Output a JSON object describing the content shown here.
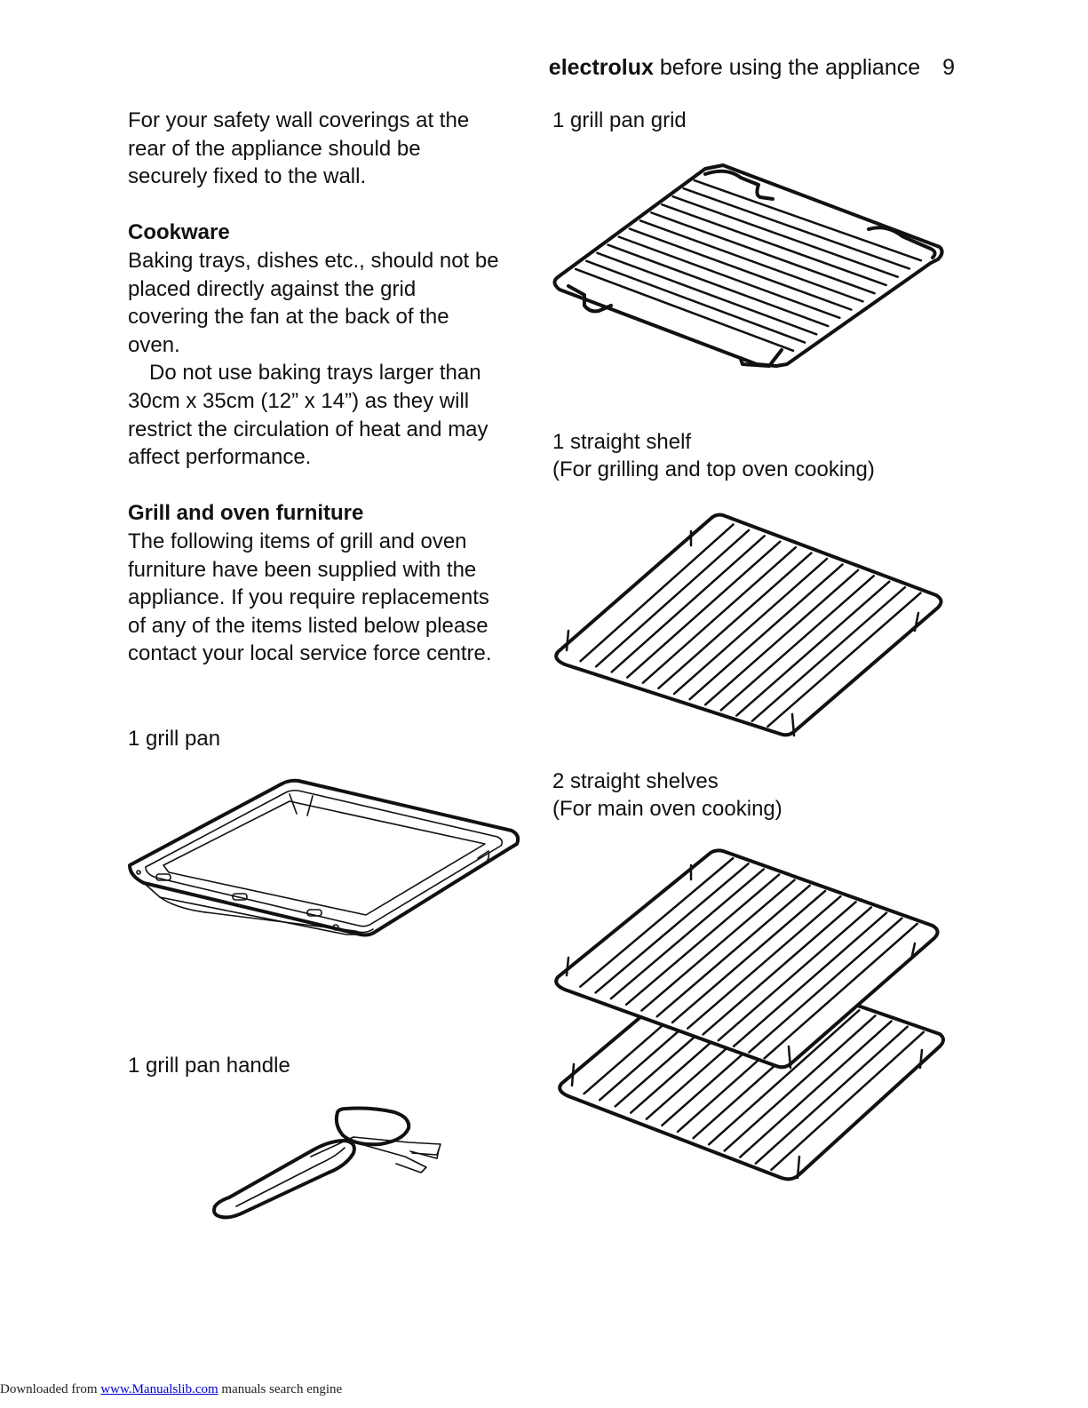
{
  "header": {
    "brand": "electrolux",
    "section": "before using the appliance",
    "page_number": "9"
  },
  "left_column": {
    "intro": [
      "For your safety wall coverings at the",
      "rear of the appliance should be",
      "securely fixed to the wall."
    ],
    "cookware": {
      "heading": "Cookware",
      "para1": [
        "Baking trays, dishes etc., should not be",
        "placed directly against the grid",
        "covering the fan at the back of the",
        "oven."
      ],
      "para2": [
        "Do not use baking trays larger than",
        "30cm x 35cm (12” x 14”) as they will",
        "restrict the circulation of heat and may",
        "affect performance."
      ]
    },
    "furniture": {
      "heading": "Grill and oven furniture",
      "para": [
        "The following items of grill and oven",
        "furniture have been supplied with the",
        "appliance.  If you require replacements",
        "of any of the items listed below please",
        "contact your local service force centre."
      ]
    }
  },
  "items": {
    "grill_pan": "1 grill pan",
    "grill_pan_handle": "1 grill pan handle",
    "grill_pan_grid": "1 grill pan grid",
    "straight_shelf": {
      "label": "1 straight shelf",
      "note": "(For grilling and top oven cooking)"
    },
    "straight_shelves": {
      "label": "2 straight shelves",
      "note": "(For main oven cooking)"
    }
  },
  "footer": {
    "prefix": "Downloaded from ",
    "link": "www.Manualslib.com",
    "suffix": " manuals search engine"
  }
}
